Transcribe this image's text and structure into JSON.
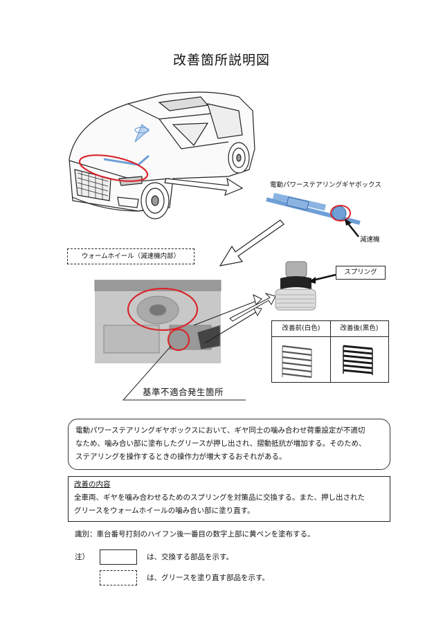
{
  "title": "改善箇所説明図",
  "labels": {
    "steering_gearbox": "電動パワーステアリングギヤボックス",
    "reducer": "減速機",
    "worm_wheel": "ウォームホイール（減速機内部）",
    "spring": "スプリング",
    "before": "改善前(白色)",
    "after": "改善後(黒色)",
    "nonconformity": "基準不適合発生箇所"
  },
  "description": {
    "line1": "電動パワーステアリングギヤボックスにおいて、ギヤ同士の噛み合わせ荷重設定が不適切",
    "line2": "なため、噛み合い部に塗布したグリースが押し出され、摺動抵抗が増加する。そのため、",
    "line3": "ステアリングを操作するときの操作力が増大するおそれがある。"
  },
  "improvement": {
    "heading": "改善の内容",
    "line1": "全車両、ギヤを噛み合わせるためのスプリングを対策品に交換する。また、押し出された",
    "line2": "グリースをウォームホイールの噛み合い部に塗り直す。"
  },
  "identification": "識別：車台番号打刻のハイフン後一番目の数字上部に黄ペンを塗布する。",
  "notes": {
    "prefix": "注）",
    "solid_meaning": "は、交換する部品を示す。",
    "dashed_meaning": "は、グリースを塗り直す部品を示す。"
  },
  "colors": {
    "highlight": "#d9262b",
    "part_blue": "#6e9fd6"
  }
}
